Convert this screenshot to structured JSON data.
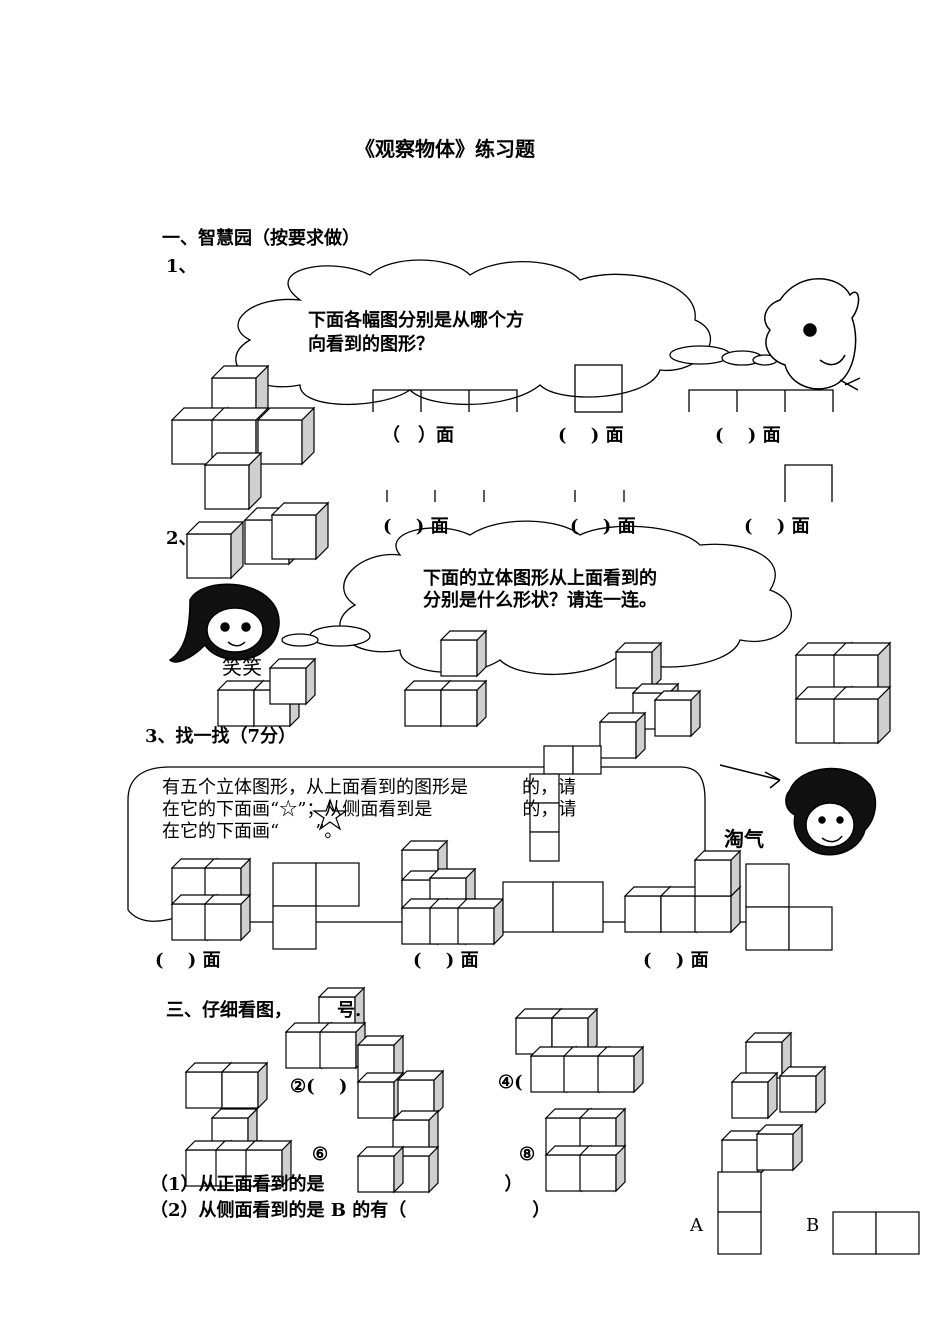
{
  "title": "《观察物体》练习题",
  "section1": {
    "heading": "一、智慧园（按要求做）",
    "q1": {
      "number": "1、",
      "bubble_text": [
        "下面各幅图分别是从哪个方",
        "向看到的图形？"
      ],
      "blanks": [
        "（　）面",
        "(　 ) 面",
        "(　 ) 面",
        "(　 ) 面",
        "(　 ) 面",
        "(　 ) 面"
      ]
    },
    "q2": {
      "number": "2、",
      "bubble_text": [
        "下面的立体图形从上面看到的",
        "分别是什么形状？请连一连。"
      ],
      "character_name": "笑笑"
    }
  },
  "section3": {
    "heading": "3、找一找（7分）",
    "box_text": [
      "有五个立体图形，从上面看到的图形是　　　的，请",
      "在它的下面画“☆”；从侧面看到是　　　　　的，请",
      "在它的下面画“　　”。"
    ],
    "character_name": "淘气",
    "blanks": [
      "(　 ) 面",
      "(　 ) 面",
      "(　 ) 面"
    ]
  },
  "part3": {
    "heading": "三、仔细看图，　　　号.",
    "labels": [
      "②(　 )",
      "④(",
      "⑥",
      "⑧"
    ],
    "questions": [
      "（1）从正面看到的是　　　　　　　　　　）",
      "（2）从侧面看到的是 B 的有（　　　　　　　）"
    ],
    "option_labels": [
      "A",
      "B"
    ]
  }
}
